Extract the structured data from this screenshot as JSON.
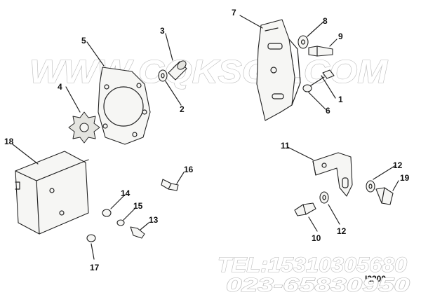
{
  "watermark": {
    "site": "WWW.CQKSGS.COM",
    "tel": "TEL:15310305680",
    "phone": "023-65830950"
  },
  "drawing_code": "I2200",
  "callouts": {
    "c1": "1",
    "c2": "2",
    "c3": "3",
    "c4": "4",
    "c5": "5",
    "c6": "6",
    "c7": "7",
    "c8": "8",
    "c9": "9",
    "c10": "10",
    "c11": "11",
    "c12a": "12",
    "c12b": "12",
    "c13": "13",
    "c14": "14",
    "c15": "15",
    "c16": "16",
    "c17": "17",
    "c18": "18",
    "c19": "19"
  }
}
